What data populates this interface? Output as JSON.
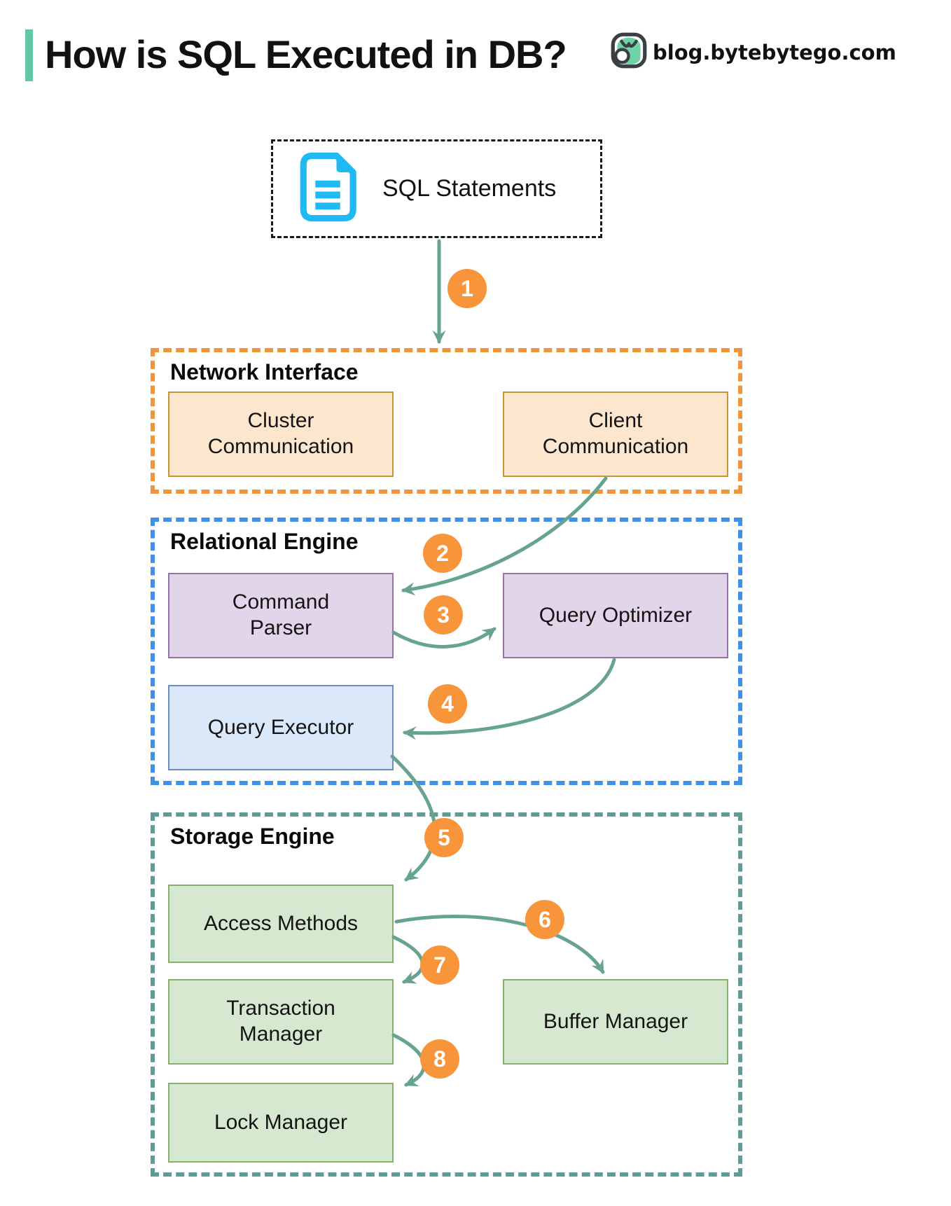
{
  "header": {
    "title": "How is SQL Executed in DB?",
    "accent_color": "#63C6A5",
    "brand": {
      "label": "blog.bytebytego.com",
      "icon": "bytebytego-owl-icon",
      "icon_green": "#6FD3A7",
      "icon_outline": "#3A3F44"
    }
  },
  "source": {
    "label": "SQL Statements",
    "icon": "document-icon",
    "icon_color": "#1FB9F3"
  },
  "sections": [
    {
      "id": "network-interface",
      "label": "Network Interface",
      "border_color": "#F0943D",
      "blocks": [
        {
          "id": "cluster-communication",
          "label": "Cluster Communication",
          "fill": "#FCE6CE",
          "border": "#C89732"
        },
        {
          "id": "client-communication",
          "label": "Client Communication",
          "fill": "#FCE6CE",
          "border": "#C89732"
        }
      ]
    },
    {
      "id": "relational-engine",
      "label": "Relational Engine",
      "border_color": "#4190E8",
      "blocks": [
        {
          "id": "command-parser",
          "label": "Command Parser",
          "fill": "#E2D5E9",
          "border": "#9673A6"
        },
        {
          "id": "query-optimizer",
          "label": "Query Optimizer",
          "fill": "#E2D5E9",
          "border": "#9673A6"
        },
        {
          "id": "query-executor",
          "label": "Query Executor",
          "fill": "#DAE8FA",
          "border": "#6C8EBF"
        }
      ]
    },
    {
      "id": "storage-engine",
      "label": "Storage Engine",
      "border_color": "#5E9C95",
      "blocks": [
        {
          "id": "access-methods",
          "label": "Access Methods",
          "fill": "#D7E8D0",
          "border": "#87AF6E"
        },
        {
          "id": "transaction-manager",
          "label": "Transaction Manager",
          "fill": "#D7E8D0",
          "border": "#87AF6E"
        },
        {
          "id": "buffer-manager",
          "label": "Buffer Manager",
          "fill": "#D7E8D0",
          "border": "#87AF6E"
        },
        {
          "id": "lock-manager",
          "label": "Lock Manager",
          "fill": "#D7E8D0",
          "border": "#87AF6E"
        }
      ]
    }
  ],
  "flow": {
    "arrow_color": "#67A391",
    "badge_color": "#F8953B",
    "badge_text_color": "#FFFFFF",
    "steps": [
      {
        "label": "1",
        "from": "SQL Statements",
        "to": "Network Interface"
      },
      {
        "label": "2",
        "from": "Client Communication",
        "to": "Command Parser"
      },
      {
        "label": "3",
        "from": "Command Parser",
        "to": "Query Optimizer"
      },
      {
        "label": "4",
        "from": "Query Optimizer",
        "to": "Query Executor"
      },
      {
        "label": "5",
        "from": "Query Executor",
        "to": "Access Methods"
      },
      {
        "label": "6",
        "from": "Access Methods",
        "to": "Buffer Manager"
      },
      {
        "label": "7",
        "from": "Access Methods",
        "to": "Transaction Manager"
      },
      {
        "label": "8",
        "from": "Transaction Manager",
        "to": "Lock Manager"
      }
    ]
  }
}
